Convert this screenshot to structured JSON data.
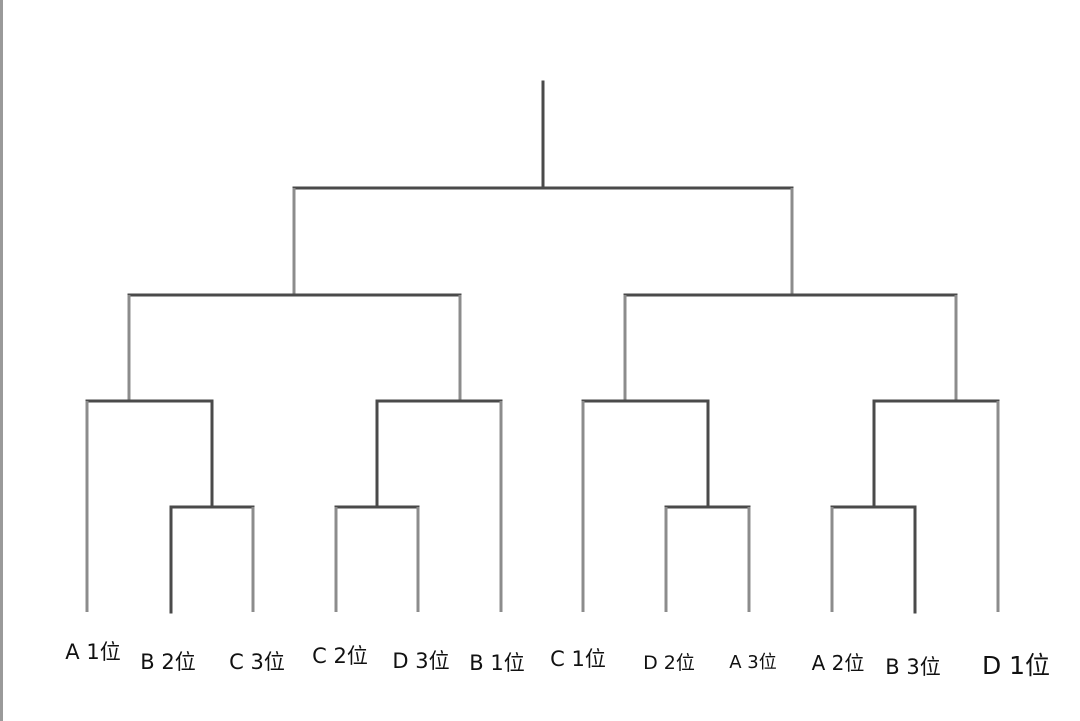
{
  "bracket": {
    "entrants": [
      "A 1位",
      "B 2位",
      "C 3位",
      "C 2位",
      "D 3位",
      "B 1位",
      "C 1位",
      "D 2位",
      "A 3位",
      "A 2位",
      "B 3位",
      "D 1位"
    ]
  },
  "colors": {
    "line": "#4a4a4a",
    "line_light": "#8c8c8c",
    "frame_border": "#9a9a9a",
    "text": "#111111"
  }
}
